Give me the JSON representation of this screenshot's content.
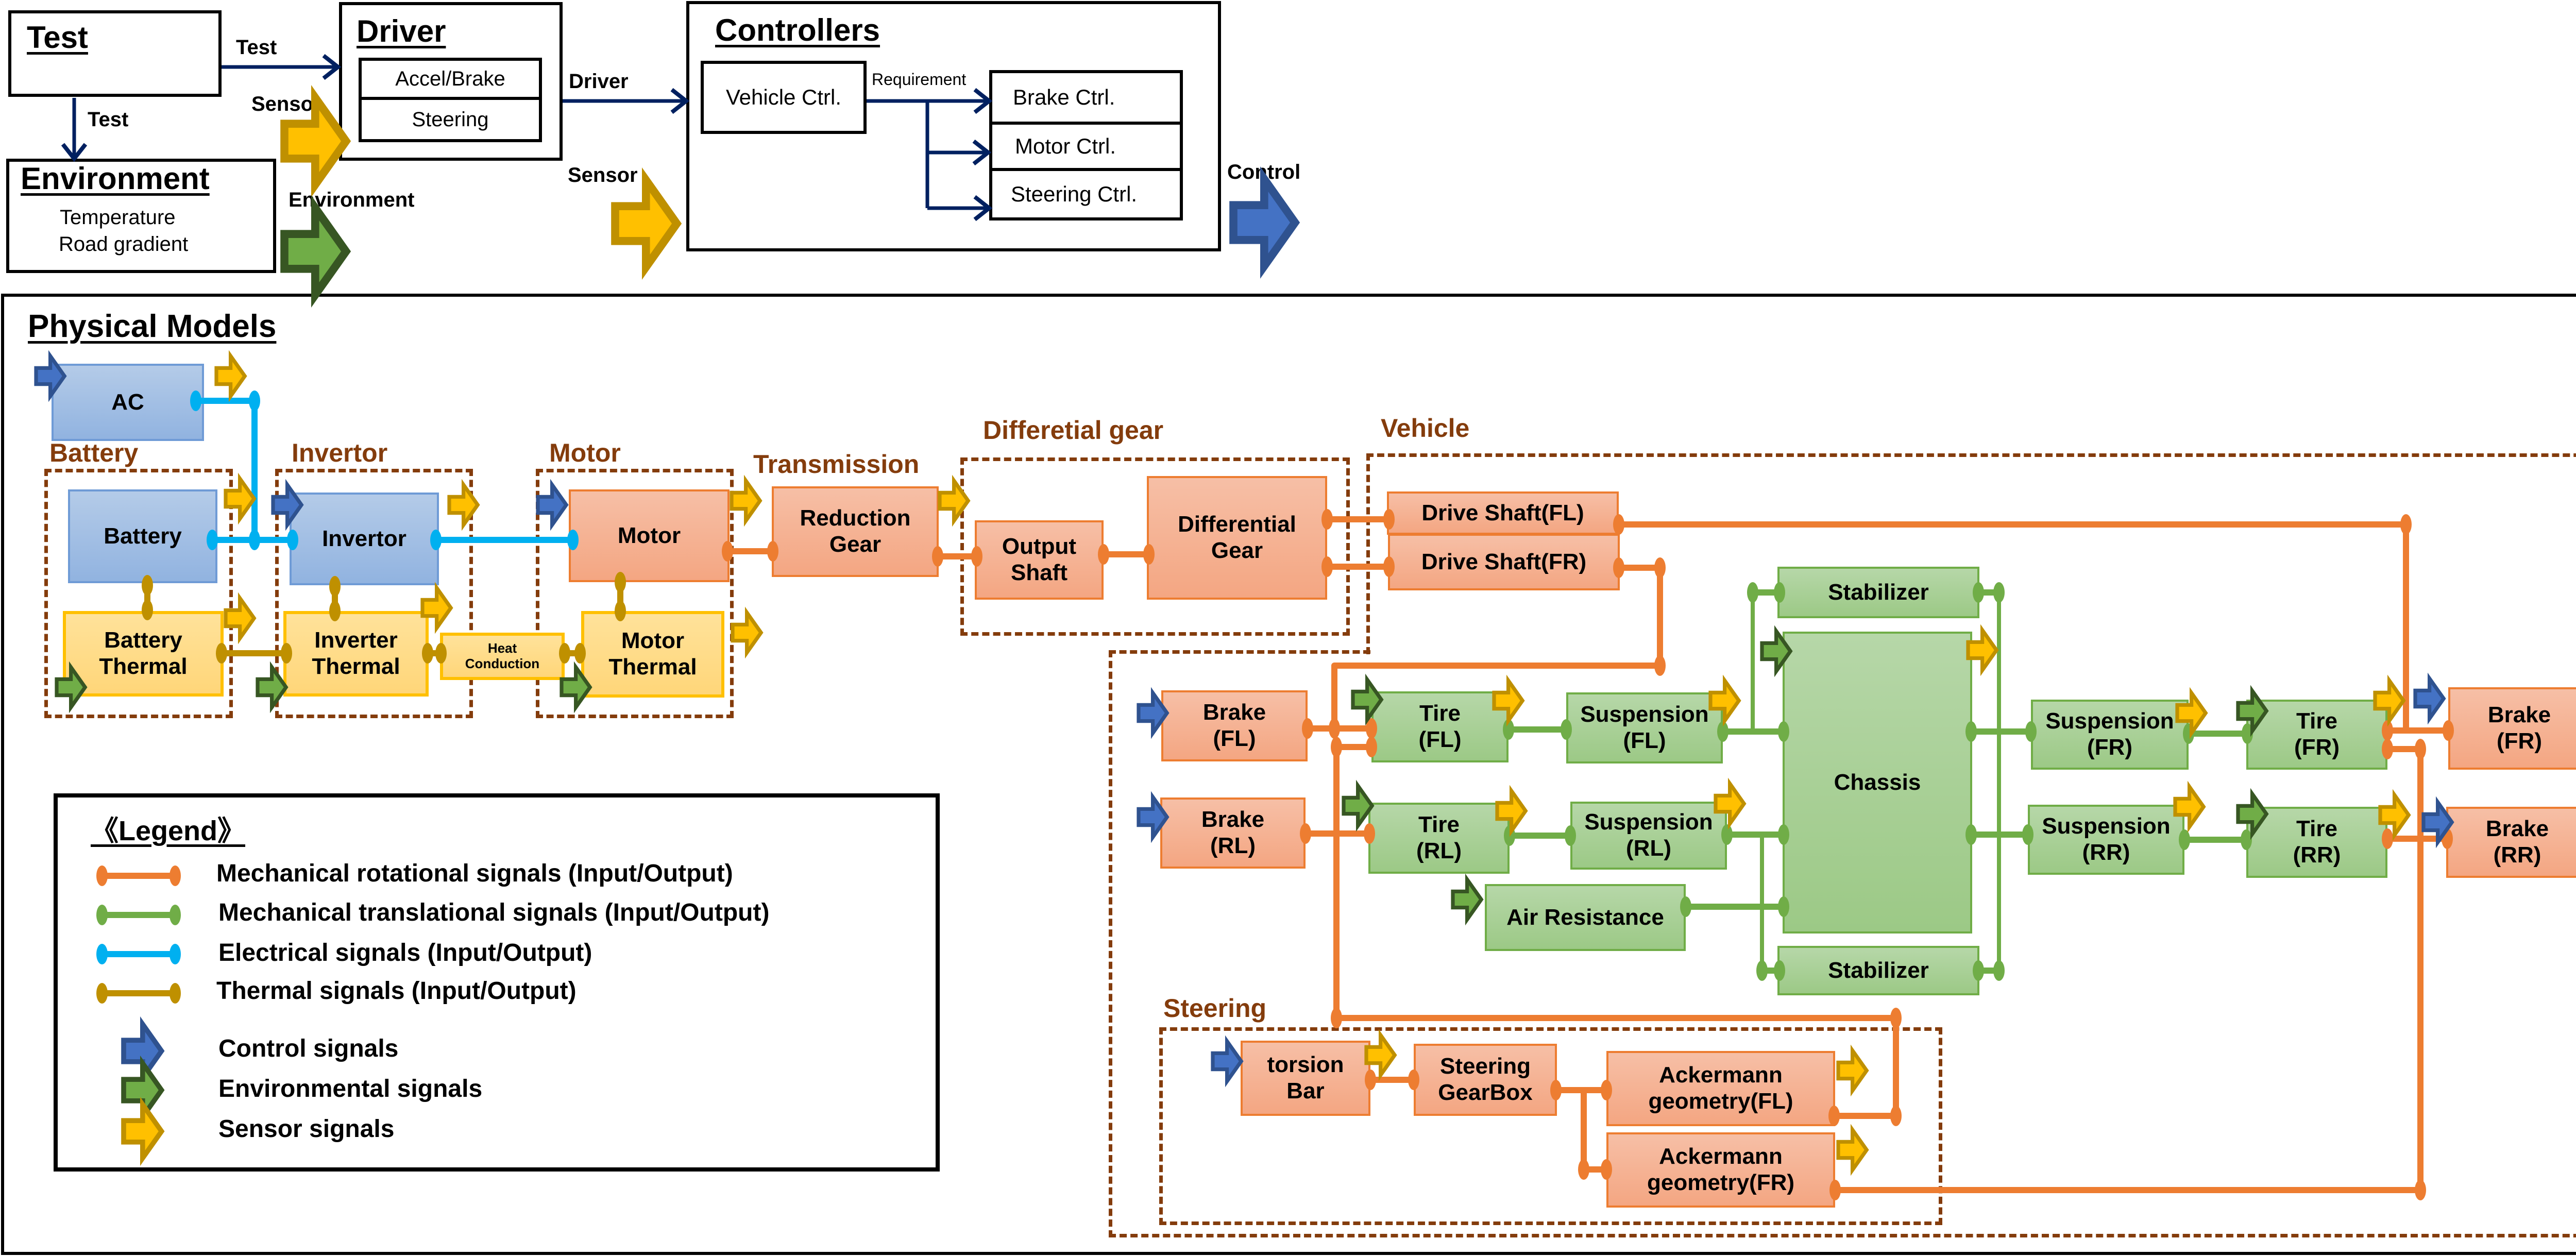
{
  "top": {
    "test": {
      "title": "Test"
    },
    "environment": {
      "title": "Environment",
      "items": [
        "Temperature",
        "Road gradient"
      ]
    },
    "driver": {
      "title": "Driver",
      "items": [
        "Accel/Brake",
        "Steering"
      ]
    },
    "controllers": {
      "title": "Controllers",
      "vehicle_ctrl": "Vehicle Ctrl.",
      "requirement_label": "Requirement",
      "items": [
        "Brake Ctrl.",
        "Motor Ctrl.",
        "Steering Ctrl."
      ]
    },
    "arrow_labels": {
      "test_to_driver": "Test",
      "test_to_env": "Test",
      "driver_to_ctrl": "Driver",
      "sensor_to_driver": "Sensor",
      "environment_out": "Environment",
      "sensor_to_ctrl": "Sensor",
      "control_out": "Control"
    }
  },
  "physical": {
    "title": "Physical Models",
    "groups": {
      "battery": "Battery",
      "invertor": "Invertor",
      "motor": "Motor",
      "transmission": "Transmission",
      "differential": "Differetial gear",
      "vehicle": "Vehicle",
      "steering": "Steering"
    },
    "blocks": {
      "ac": "AC",
      "battery": "Battery",
      "battery_thermal": "Battery\nThermal",
      "invertor": "Invertor",
      "inverter_thermal": "Inverter\nThermal",
      "heat_conduction": "Heat\nConduction",
      "motor": "Motor",
      "motor_thermal": "Motor\nThermal",
      "reduction_gear": "Reduction\nGear",
      "output_shaft": "Output\nShaft",
      "differential_gear": "Differential\nGear",
      "drive_shaft_fl": "Drive Shaft(FL)",
      "drive_shaft_fr": "Drive Shaft(FR)",
      "stabilizer_front": "Stabilizer",
      "chassis": "Chassis",
      "stabilizer_rear": "Stabilizer",
      "brake_fl": "Brake\n(FL)",
      "tire_fl": "Tire\n(FL)",
      "suspension_fl": "Suspension\n(FL)",
      "brake_rl": "Brake\n(RL)",
      "tire_rl": "Tire\n(RL)",
      "suspension_rl": "Suspension\n(RL)",
      "air_resistance": "Air Resistance",
      "suspension_fr": "Suspension\n(FR)",
      "tire_fr": "Tire\n(FR)",
      "brake_fr": "Brake\n(FR)",
      "suspension_rr": "Suspension\n(RR)",
      "tire_rr": "Tire\n(RR)",
      "brake_rr": "Brake\n(RR)",
      "torsion_bar": "torsion\nBar",
      "steering_gearbox": "Steering\nGearBox",
      "ackermann_fl": "Ackermann\ngeometry(FL)",
      "ackermann_fr": "Ackermann\ngeometry(FR)"
    }
  },
  "legend": {
    "title": "《Legend》",
    "lines": [
      {
        "label": "Mechanical rotational signals (Input/Output)",
        "color": "#ed7d31"
      },
      {
        "label": "Mechanical translational signals (Input/Output)",
        "color": "#70ad47"
      },
      {
        "label": "Electrical signals (Input/Output)",
        "color": "#00b0f0"
      },
      {
        "label": "Thermal signals (Input/Output)",
        "color": "#bf9000"
      }
    ],
    "arrows": [
      {
        "label": "Control signals",
        "fill": "#4472c4",
        "stroke": "#2f528f"
      },
      {
        "label": "Environmental signals",
        "fill": "#70ad47",
        "stroke": "#375623"
      },
      {
        "label": "Sensor signals",
        "fill": "#ffc000",
        "stroke": "#bf9000"
      }
    ]
  }
}
